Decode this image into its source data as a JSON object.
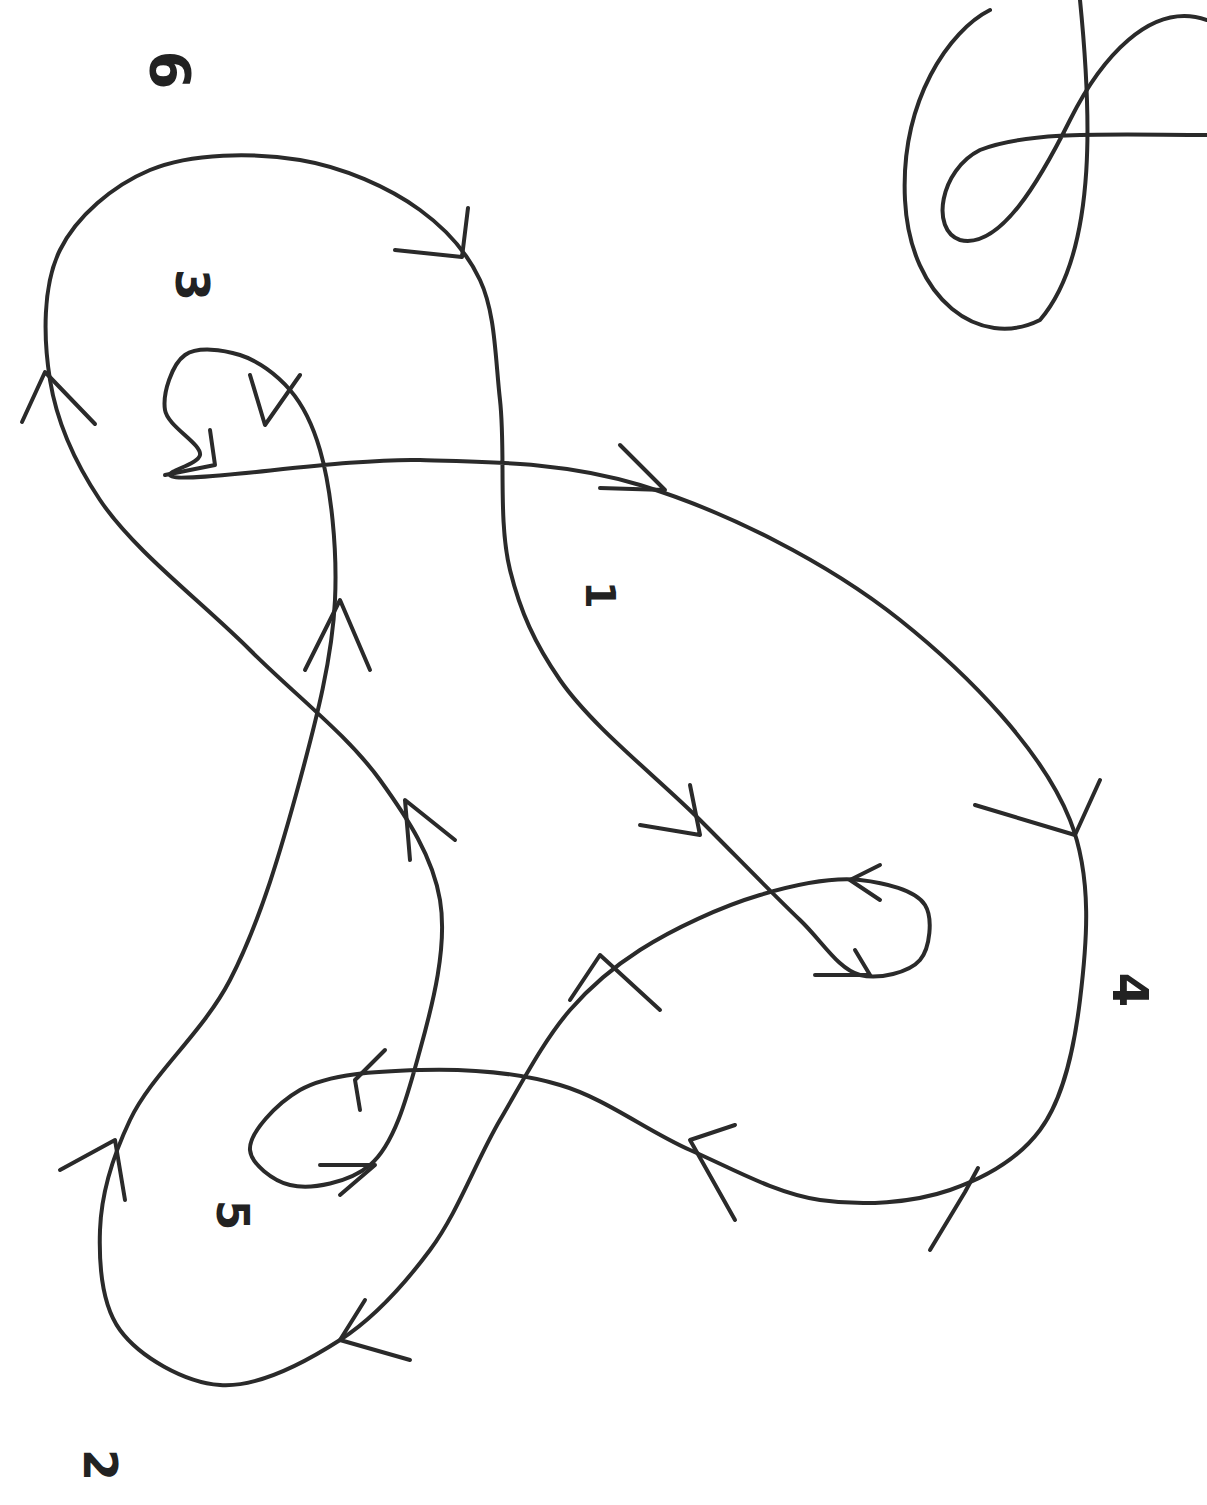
{
  "diagram": {
    "labels": [
      "6",
      "3",
      "1",
      "4",
      "5",
      "2"
    ]
  }
}
